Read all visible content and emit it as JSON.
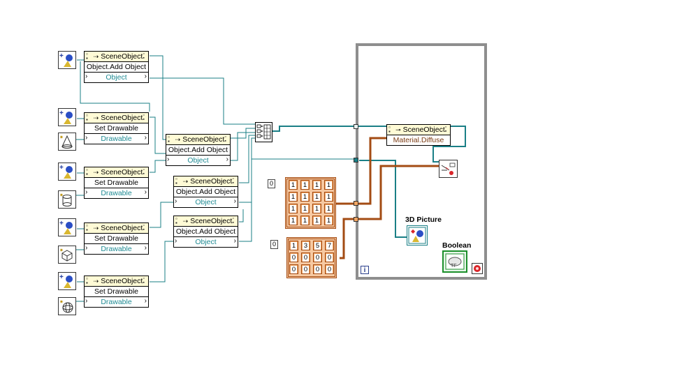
{
  "nodes": {
    "n1": {
      "class": "SceneObject",
      "method": "Object.Add Object",
      "prop": "Object"
    },
    "n2": {
      "class": "SceneObject",
      "method": "Set Drawable",
      "prop": "Drawable"
    },
    "n3": {
      "class": "SceneObject",
      "method": "Set Drawable",
      "prop": "Drawable"
    },
    "n4": {
      "class": "SceneObject",
      "method": "Set Drawable",
      "prop": "Drawable"
    },
    "n5": {
      "class": "SceneObject",
      "method": "Set Drawable",
      "prop": "Drawable"
    },
    "m1": {
      "class": "SceneObject",
      "method": "Object.Add Object",
      "prop": "Object"
    },
    "m2": {
      "class": "SceneObject",
      "method": "Object.Add Object",
      "prop": "Object"
    },
    "m3": {
      "class": "SceneObject",
      "method": "Object.Add Object",
      "prop": "Object"
    },
    "loop_node": {
      "class": "SceneObject",
      "prop": "Material.Diffuse"
    }
  },
  "array1": {
    "index": "0",
    "values": [
      "1",
      "1",
      "1",
      "1",
      "1",
      "1",
      "1",
      "1",
      "1",
      "1",
      "1",
      "1",
      "1",
      "1",
      "1",
      "1"
    ]
  },
  "array2": {
    "index": "0",
    "values": [
      "1",
      "3",
      "5",
      "7",
      "0",
      "0",
      "0",
      "0",
      "0",
      "0",
      "0",
      "0"
    ]
  },
  "indicators": {
    "picture_label": "3D Picture",
    "boolean_label": "Boolean",
    "boolean_text": "TF"
  },
  "loop": {
    "iteration_terminal": "i"
  },
  "colors": {
    "ref_wire": "#1a7f86",
    "cluster_wire": "#a34b13",
    "loop_border": "#8e8e8e",
    "node_header": "#fffbd6"
  }
}
